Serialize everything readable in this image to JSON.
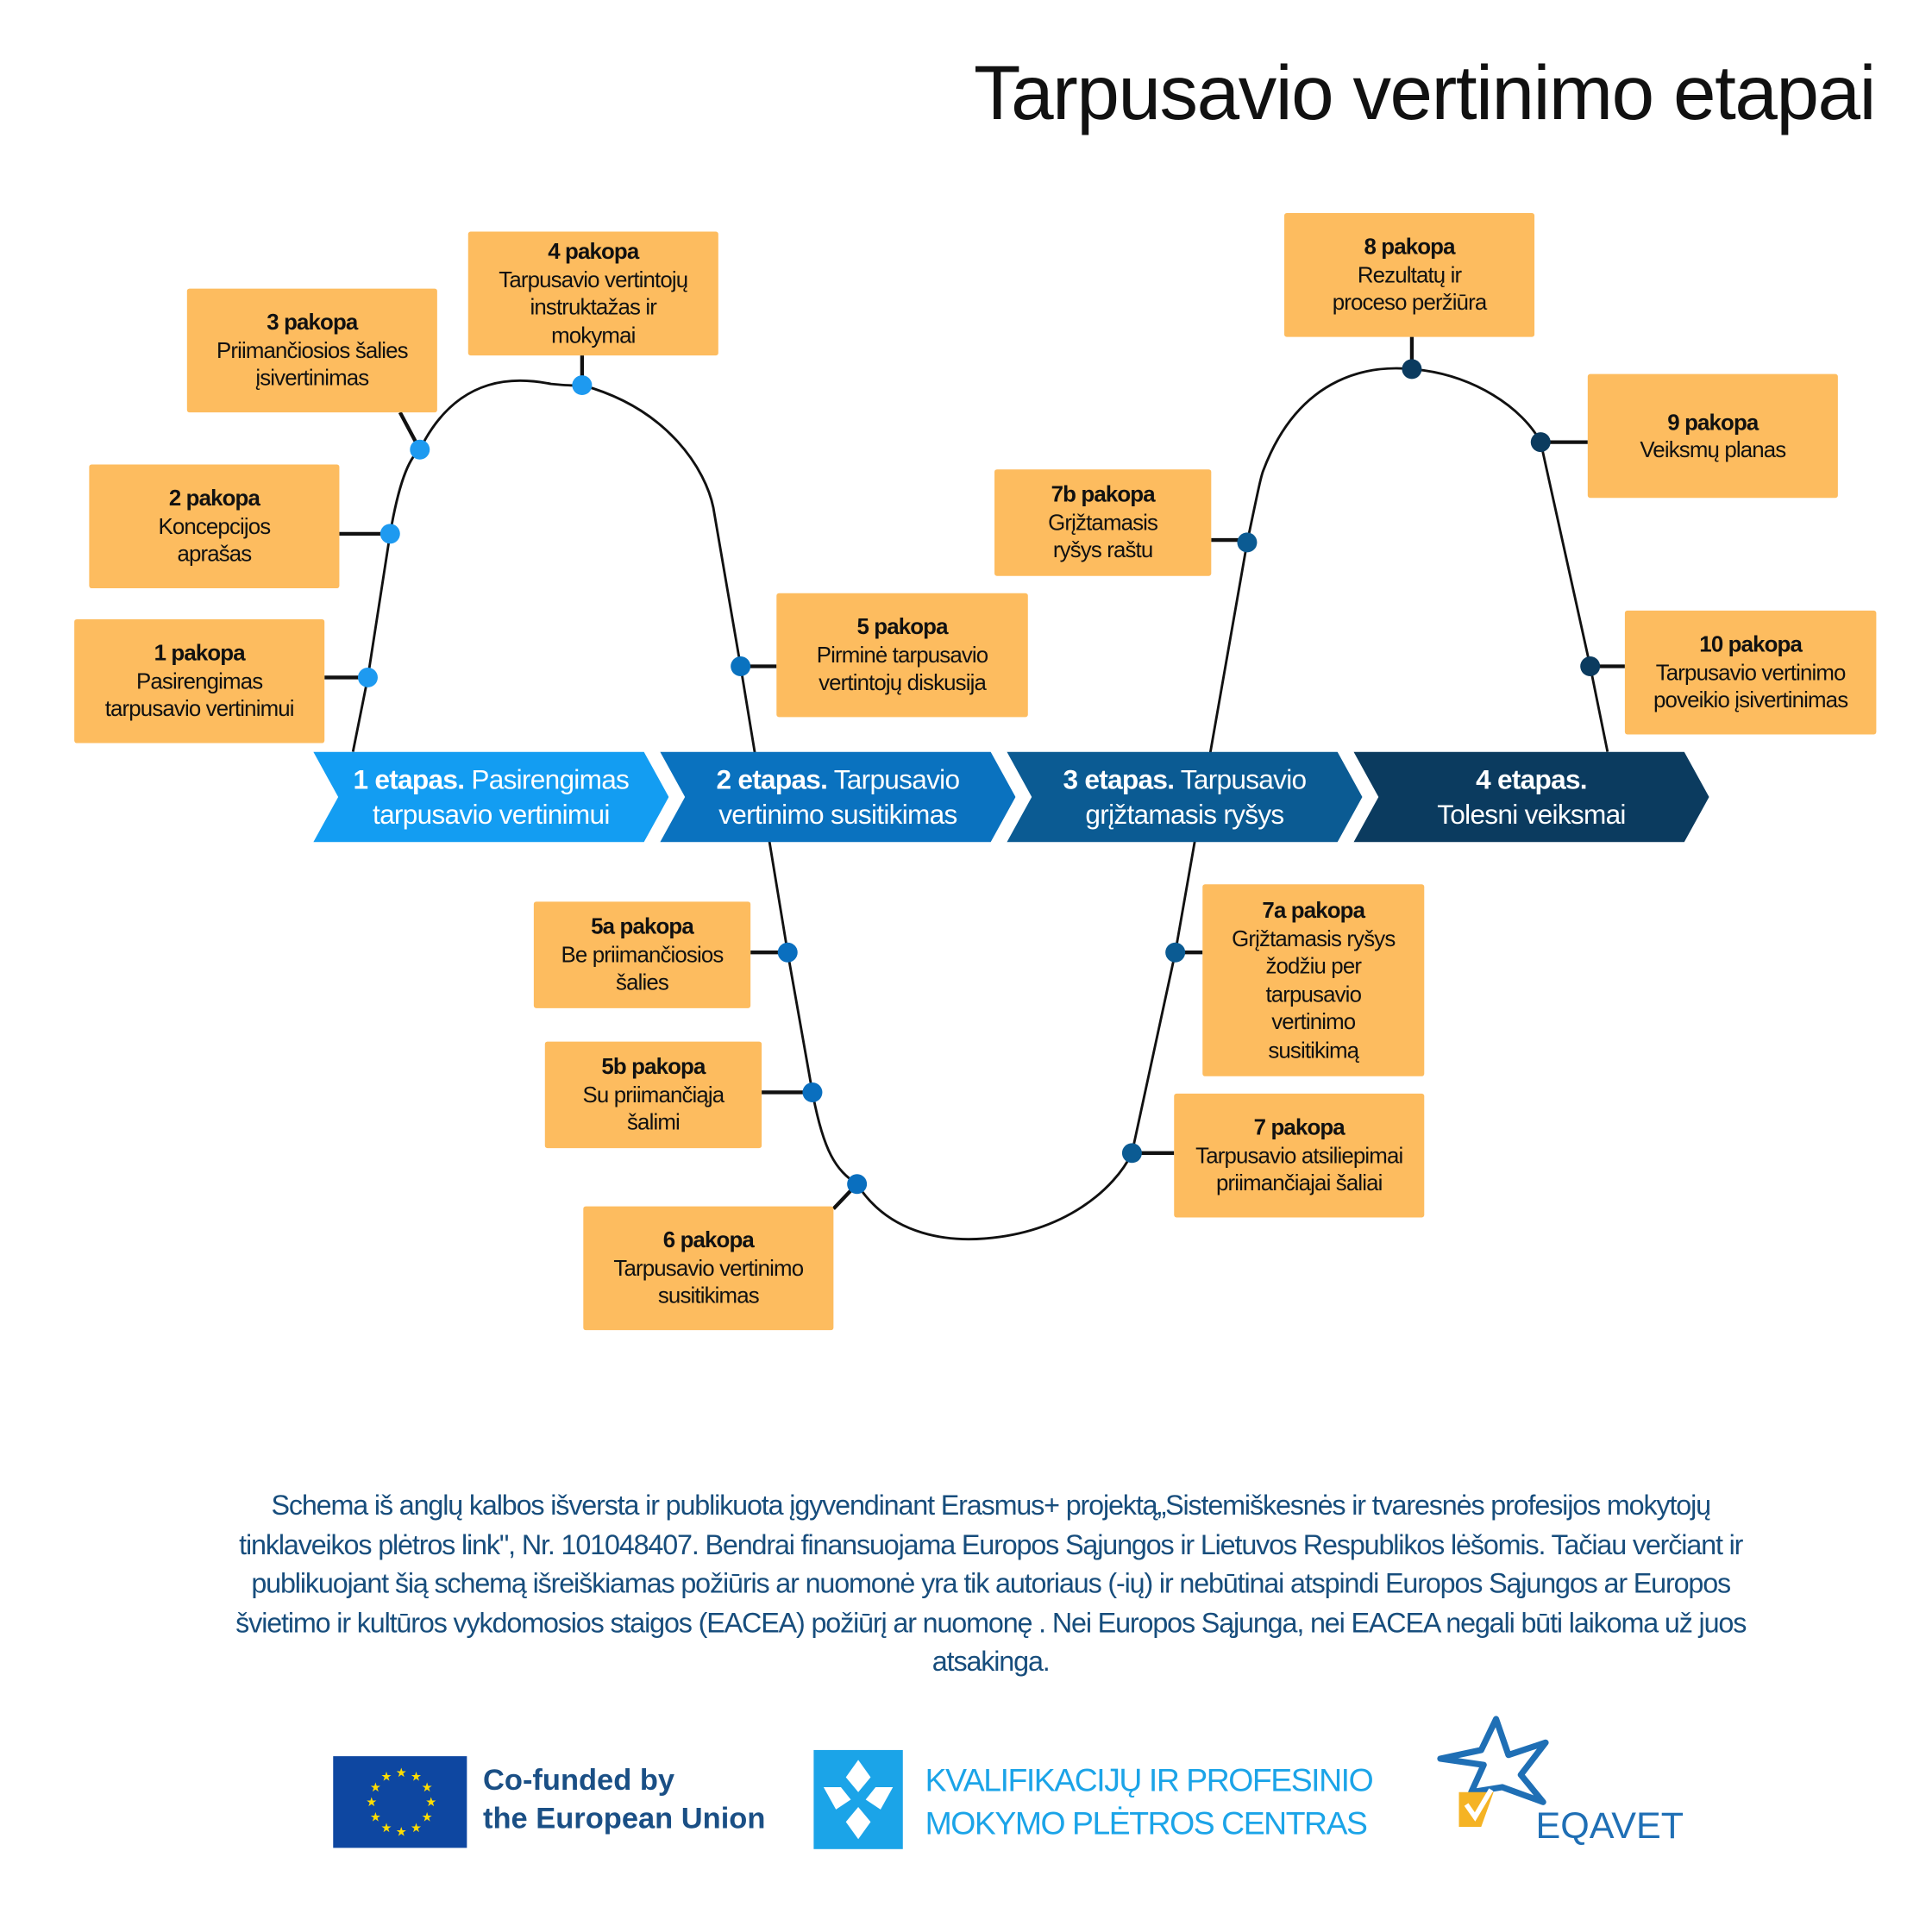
{
  "title": "Tarpusavio vertinimo etapai",
  "steps": {
    "s1": {
      "label": "1 pakopa",
      "text": [
        "Pasirengimas",
        "tarpusavio vertinimui"
      ]
    },
    "s2": {
      "label": "2 pakopa",
      "text": [
        "Koncepcijos",
        "aprašas"
      ]
    },
    "s3": {
      "label": "3 pakopa",
      "text": [
        "Priimančiosios šalies",
        "įsivertinimas"
      ]
    },
    "s4": {
      "label": "4 pakopa",
      "text": [
        "Tarpusavio vertintojų",
        "instruktažas ir",
        "mokymai"
      ]
    },
    "s5": {
      "label": "5 pakopa",
      "text": [
        "Pirminė tarpusavio",
        "vertintojų diskusija"
      ]
    },
    "s5a": {
      "label": "5a pakopa",
      "text": [
        "Be priimančiosios",
        "šalies"
      ]
    },
    "s5b": {
      "label": "5b pakopa",
      "text": [
        "Su priimančiąja",
        "šalimi"
      ]
    },
    "s6": {
      "label": "6 pakopa",
      "text": [
        "Tarpusavio vertinimo",
        "susitikimas"
      ]
    },
    "s7": {
      "label": "7 pakopa",
      "text": [
        "Tarpusavio atsiliepimai",
        "priimančiajai šaliai"
      ]
    },
    "s7a": {
      "label": "7a pakopa",
      "text": [
        "Grįžtamasis ryšys",
        "žodžiu per",
        "tarpusavio",
        "vertinimo",
        "susitikimą"
      ]
    },
    "s7b": {
      "label": "7b pakopa",
      "text": [
        "Grįžtamasis",
        "ryšys raštu"
      ]
    },
    "s8": {
      "label": "8 pakopa",
      "text": [
        "Rezultatų ir",
        "proceso peržiūra"
      ]
    },
    "s9": {
      "label": "9 pakopa",
      "text": [
        "Veiksmų planas"
      ]
    },
    "s10": {
      "label": "10 pakopa",
      "text": [
        "Tarpusavio vertinimo",
        "poveikio įsivertinimas"
      ]
    }
  },
  "stages": [
    {
      "bold": "1 etapas.",
      "rest": "Pasirengimas",
      "line2": "tarpusavio vertinimui",
      "color": "#139DF2"
    },
    {
      "bold": "2 etapas.",
      "rest": "Tarpusavio",
      "line2": "vertinimo susitikimas",
      "color": "#0A72BF"
    },
    {
      "bold": "3 etapas.",
      "rest": "Tarpusavio",
      "line2": "grįžtamasis ryšys",
      "color": "#0B5B93"
    },
    {
      "bold": "4 etapas.",
      "rest": "",
      "line2": "Tolesni veiksmai",
      "color": "#0B3B5F"
    }
  ],
  "footer": "Schema iš anglų kalbos išversta ir publikuota įgyvendinant Erasmus+ projektą„Sistemiškesnės ir tvaresnės profesijos mokytojų tinklaveikos plėtros link\", Nr. 101048407. Bendrai finansuojama Europos Sąjungos ir Lietuvos Respublikos lėšomis.  Tačiau verčiant ir publikuojant šią schemą išreiškiamas požiūris ar nuomonė yra tik autoriaus (-ių) ir nebūtinai atspindi Europos Sąjungos ar Europos švietimo ir kultūros vykdomosios staigos (EACEA) požiūrį ar nuomonę . Nei Europos Sąjunga, nei EACEA negali būti laikoma už juos atsakinga.",
  "logos": {
    "eu": [
      "Co-funded by",
      "the European Union"
    ],
    "kpc": [
      "KVALIFIKACIJŲ IR PROFESINIO",
      "MOKYMO PLĖTROS CENTRAS"
    ],
    "eqavet": "EQAVET"
  },
  "colors": {
    "box": "#FDBC5F",
    "dot_light": "#1E9AF0",
    "dot_mid": "#0A6FBF",
    "dot_dark": "#0B3B5F"
  }
}
